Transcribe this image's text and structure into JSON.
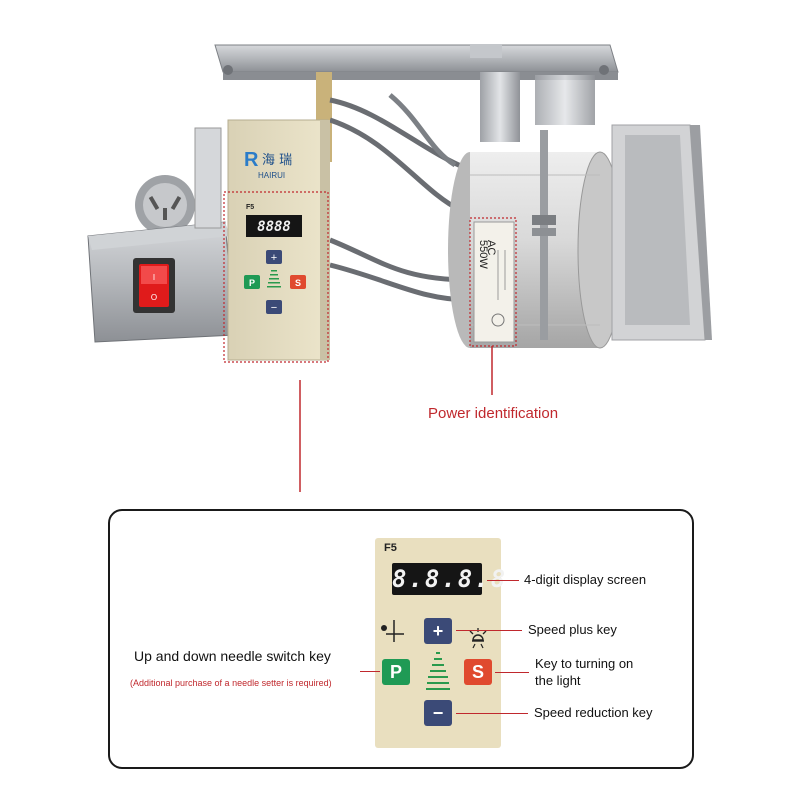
{
  "photo": {
    "brand_cn": "海瑞",
    "brand_en": "HAIRUI",
    "model_label": "F5",
    "display_digits": "8.8.8.8",
    "motor_plate_lines": [
      "AC",
      "550W"
    ],
    "callout_power": "Power identification"
  },
  "panel": {
    "model_label": "F5",
    "display_digits": "8.8.8.8",
    "keys": {
      "plus": "+",
      "minus": "−",
      "p": "P",
      "s": "S"
    }
  },
  "labels": {
    "display": "4-digit display screen",
    "speed_plus": "Speed plus key",
    "light_line1": "Key to turning on",
    "light_line2": "the light",
    "speed_minus": "Speed reduction key",
    "needle_main": "Up and down needle switch key",
    "needle_note": "(Additional purchase of a needle setter is required)"
  },
  "colors": {
    "accent_red": "#c0282d",
    "panel_beige": "#e9dfbf",
    "key_blue": "#3b4a77",
    "key_green": "#1f9a55",
    "key_orange": "#e04a2f"
  }
}
